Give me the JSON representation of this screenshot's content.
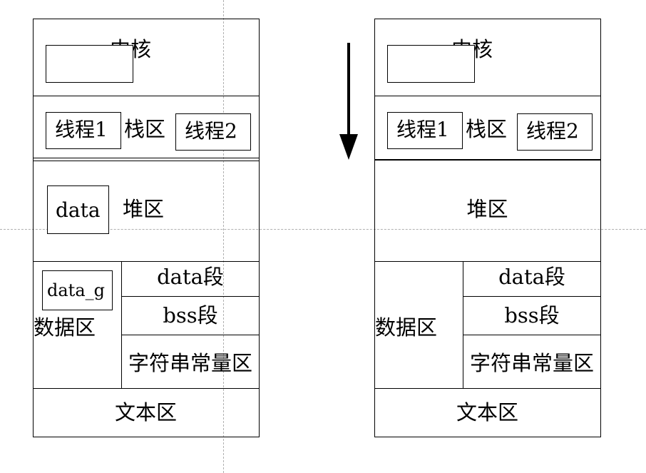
{
  "left_column": {
    "kernel": "内核",
    "thread1": "线程1",
    "stack": "栈区",
    "thread2": "线程2",
    "data_box": "data",
    "heap": "堆区",
    "data_g": "data_g",
    "data_region": "数据区",
    "data_segment": "data段",
    "bss_segment": "bss段",
    "string_constants": "字符串常量区",
    "text_region": "文本区"
  },
  "right_column": {
    "kernel": "内核",
    "thread1": "线程1",
    "stack": "栈区",
    "thread2": "线程2",
    "heap": "堆区",
    "data_region": "数据区",
    "data_segment": "data段",
    "bss_segment": "bss段",
    "string_constants": "字符串常量区",
    "text_region": "文本区"
  },
  "arrow": {
    "direction": "down",
    "icon": "down-arrow-icon"
  }
}
